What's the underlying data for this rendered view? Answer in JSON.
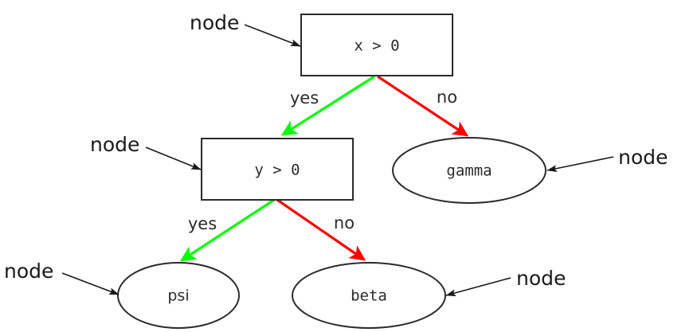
{
  "diagram": {
    "type": "decision-tree",
    "background_color": "#ffffff",
    "colors": {
      "yes_edge": "#00ff00",
      "no_edge": "#ff0000",
      "shape_stroke": "#2b2b2b",
      "annotation": "#1a1a1a"
    },
    "nodes": [
      {
        "id": "root",
        "shape": "rectangle",
        "label": "x > 0"
      },
      {
        "id": "inner",
        "shape": "rectangle",
        "label": "y > 0"
      },
      {
        "id": "gamma",
        "shape": "ellipse",
        "label": "gamma"
      },
      {
        "id": "psi",
        "shape": "ellipse",
        "label": "psi"
      },
      {
        "id": "beta",
        "shape": "ellipse",
        "label": "beta"
      }
    ],
    "edges": [
      {
        "from": "root",
        "to": "inner",
        "label": "yes",
        "color": "#00ff00"
      },
      {
        "from": "root",
        "to": "gamma",
        "label": "no",
        "color": "#ff0000"
      },
      {
        "from": "inner",
        "to": "psi",
        "label": "yes",
        "color": "#00ff00"
      },
      {
        "from": "inner",
        "to": "beta",
        "label": "no",
        "color": "#ff0000"
      }
    ],
    "annotations": [
      {
        "id": "anno-root",
        "text": "node",
        "target": "root"
      },
      {
        "id": "anno-inner",
        "text": "node",
        "target": "inner"
      },
      {
        "id": "anno-gamma",
        "text": "node",
        "target": "gamma"
      },
      {
        "id": "anno-psi",
        "text": "node",
        "target": "psi"
      },
      {
        "id": "anno-beta",
        "text": "node",
        "target": "beta"
      }
    ]
  }
}
